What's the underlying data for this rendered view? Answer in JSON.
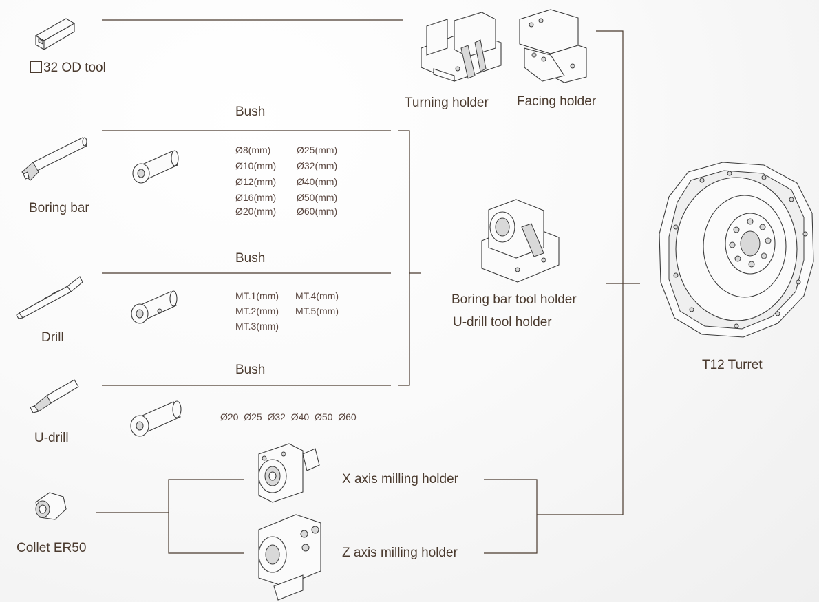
{
  "tools": {
    "od_tool": "32 OD tool",
    "boring_bar": "Boring bar",
    "drill": "Drill",
    "u_drill": "U-drill",
    "collet": "Collet ER50"
  },
  "bush": {
    "boring_title": "Bush",
    "boring_sizes": [
      "Ø8(mm)",
      "Ø10(mm)",
      "Ø12(mm)",
      "Ø16(mm)",
      "Ø20(mm)",
      "Ø25(mm)",
      "Ø32(mm)",
      "Ø40(mm)",
      "Ø50(mm)",
      "Ø60(mm)"
    ],
    "drill_title": "Bush",
    "drill_sizes": [
      "MT.1(mm)",
      "MT.2(mm)",
      "MT.3(mm)",
      "MT.4(mm)",
      "MT.5(mm)"
    ],
    "udrill_title": "Bush",
    "udrill_sizes": "Ø20  Ø25  Ø32  Ø40  Ø50  Ø60"
  },
  "holders": {
    "turning": "Turning holder",
    "facing": "Facing holder",
    "boring": "Boring bar tool holder",
    "udrill": "U-drill tool holder",
    "x_milling": "X axis milling holder",
    "z_milling": "Z axis milling holder"
  },
  "turret": {
    "label": "T12 Turret"
  },
  "colors": {
    "line": "#4a3a2e",
    "text": "#4a3a2e",
    "background": "#f6f6f6"
  }
}
